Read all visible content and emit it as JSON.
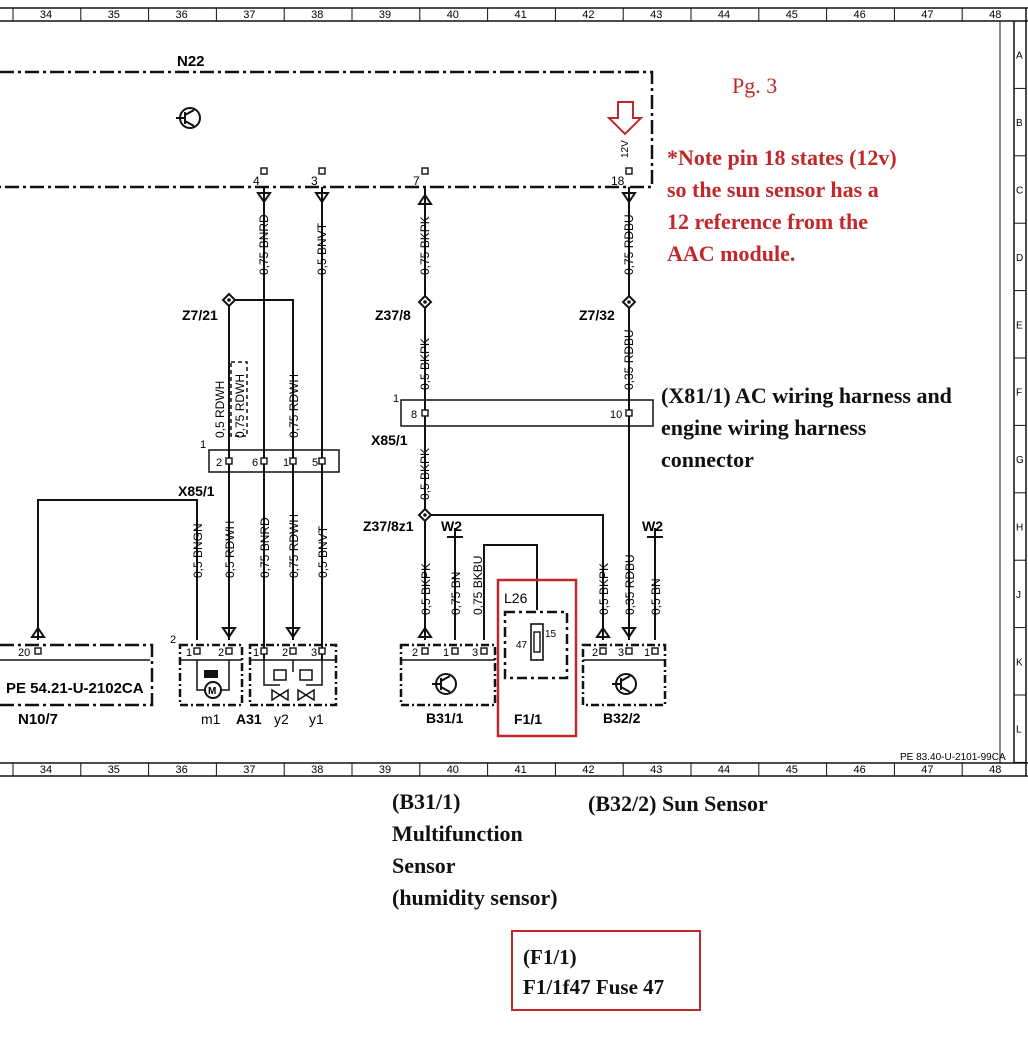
{
  "grid_columns": [
    "34",
    "35",
    "36",
    "37",
    "38",
    "39",
    "40",
    "41",
    "42",
    "43",
    "44",
    "45",
    "46",
    "47",
    "48"
  ],
  "grid_rows": [
    "A",
    "B",
    "C",
    "D",
    "E",
    "F",
    "G",
    "H",
    "J",
    "K",
    "L"
  ],
  "page_ref": "Pg. 3",
  "note": [
    "*Note pin 18 states (12v)",
    "so the sun sensor has a",
    "12 reference from the",
    "AAC module."
  ],
  "harness_note": [
    "(X81/1) AC wiring harness and",
    "engine wiring harness",
    "connector"
  ],
  "b31_note": [
    "(B31/1)",
    "Multifunction",
    "Sensor",
    "(humidity sensor)"
  ],
  "b32_note": "(B32/2) Sun Sensor",
  "f1_note": [
    "(F1/1)",
    "F1/1f47 Fuse 47"
  ],
  "components": {
    "n22": "N22",
    "n10": "N10/7",
    "pe_ref": "PE 54.21-U-2102CA",
    "m1": "m1",
    "a31": "A31",
    "y2": "y2",
    "y1": "y1",
    "b31": "B31/1",
    "f1": "F1/1",
    "l26": "L26",
    "b32": "B32/2",
    "x85": "X85/1",
    "x85b": "X85/1",
    "z7_21": "Z7/21",
    "z37_8": "Z37/8",
    "z7_32": "Z7/32",
    "z37_8z1": "Z37/8z1",
    "w2a": "W2",
    "w2b": "W2",
    "diagram_ref": "PE 83.40-U-2101-99CA",
    "v12": "12V",
    "fuse_no": "47",
    "fuse_pin": "15"
  },
  "pins": {
    "n22_4": "4",
    "n22_3": "3",
    "n22_7": "7",
    "n22_18": "18",
    "x85_1": "1",
    "x85_2": "2",
    "x85_6": "6",
    "x85_1b": "1",
    "x85_5": "5",
    "x81_1": "1",
    "x81_8": "8",
    "x81_10": "10",
    "n10_20": "20",
    "m1_2a": "2",
    "m1_1": "1",
    "m1_2": "2",
    "a31_1": "1",
    "a31_2": "2",
    "a31_3": "3",
    "b31_2": "2",
    "b31_1": "1",
    "b31_3": "3",
    "b32_2": "2",
    "b32_3": "3",
    "b32_1": "1"
  },
  "wires": {
    "w1": "0,75 BNRD",
    "w2": "0,5 BNVT",
    "w3": "0,75 BKPK",
    "w4": "0,75 RDBU",
    "w5": "0,5 RDWH",
    "w6": "0,75 RDWH",
    "w7": "0,75 RDWH",
    "w8": "0,5 BKPK",
    "w9": "0,35 RDBU",
    "w10": "0,5 BKPK",
    "w11": "0,5 BNGN",
    "w12": "0,5 RDWH",
    "w13": "0,75 BNRD",
    "w14": "0,75 RDWH",
    "w15": "0,5 BNVT",
    "w16": "0,5 BKPK",
    "w17": "0,75 BN",
    "w18": "0,75 BKBU",
    "w19": "0,5 BKPK",
    "w20": "0,35 RDBU",
    "w21": "0,5 BN"
  },
  "accent_colors": {
    "note": "#c0282c",
    "line": "#111111"
  }
}
